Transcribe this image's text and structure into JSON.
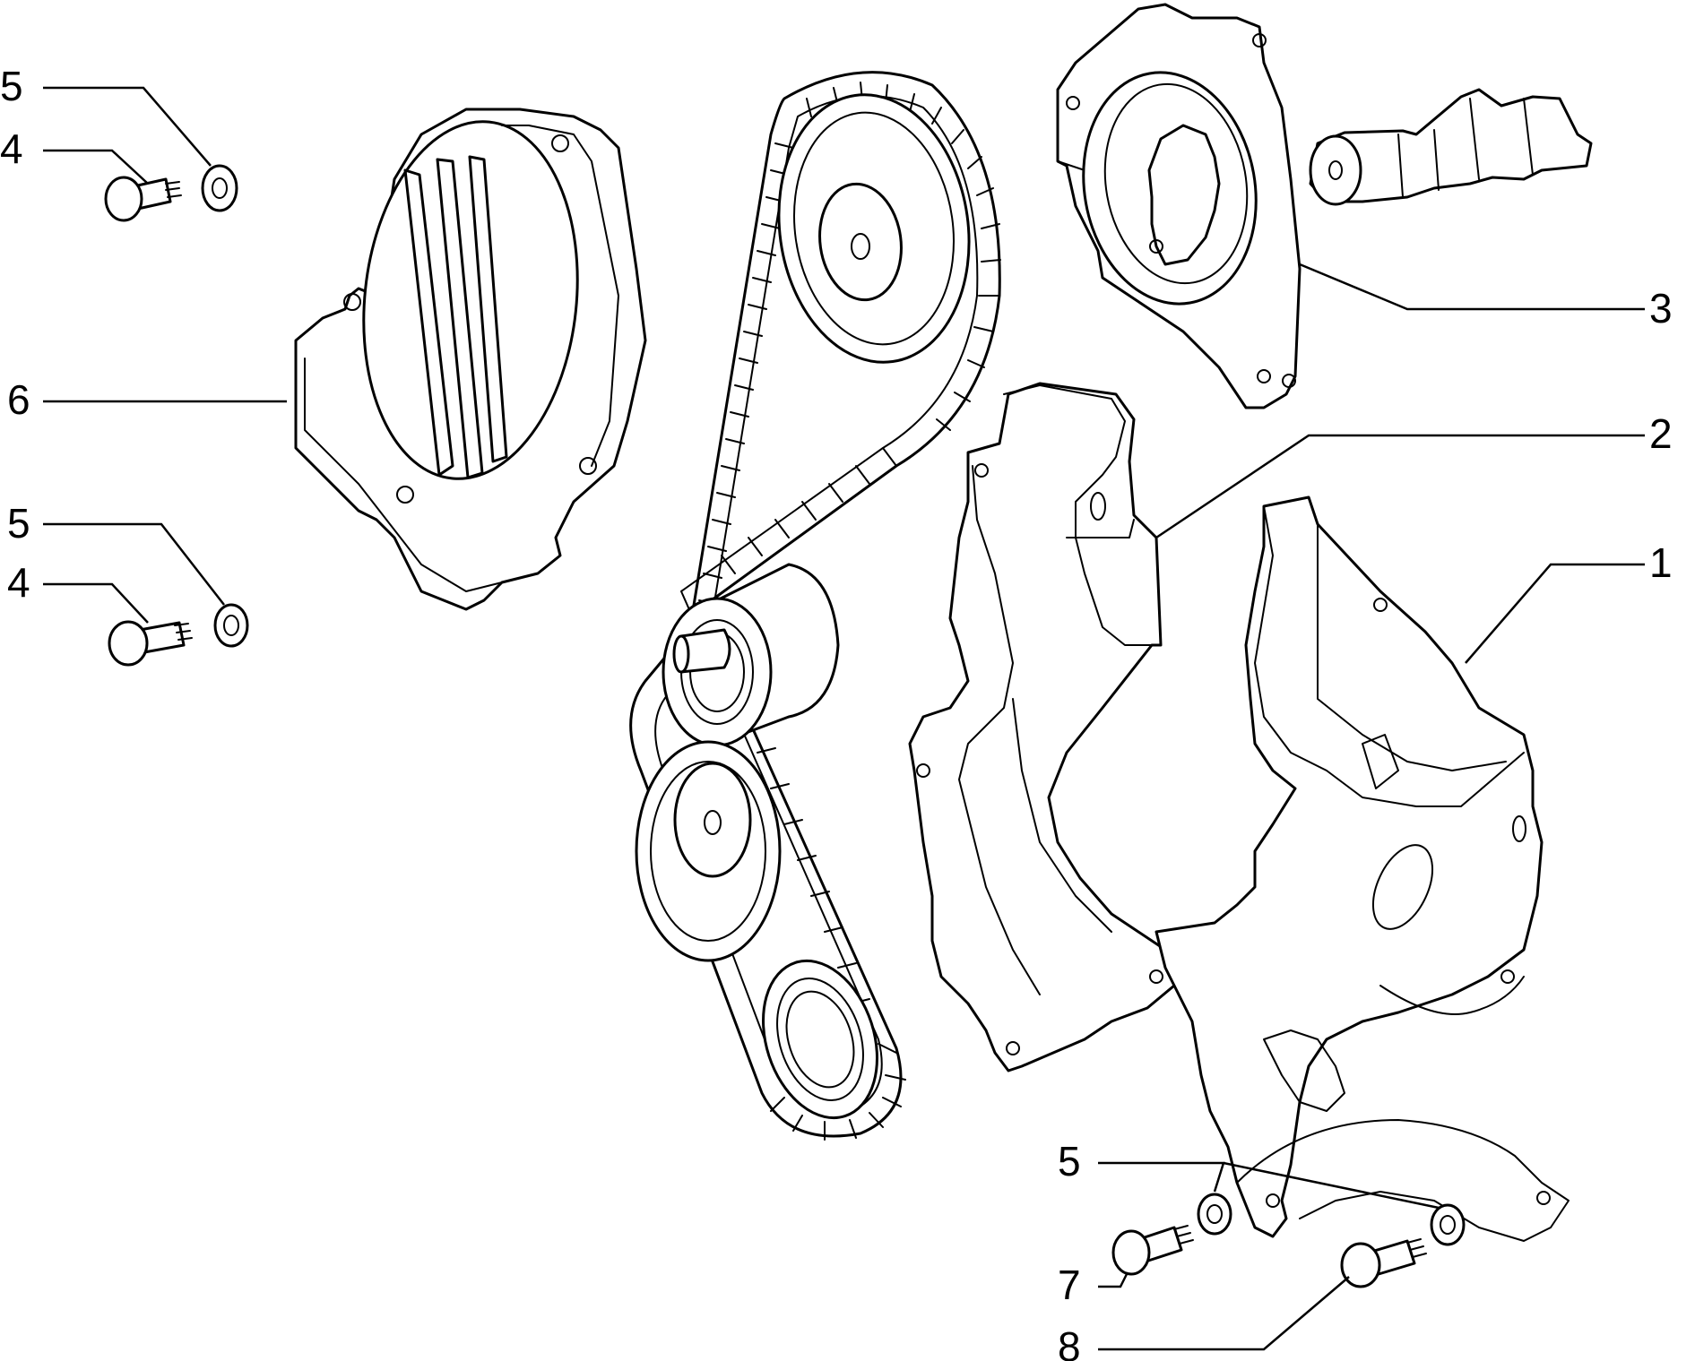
{
  "callouts": [
    {
      "id": "c5a",
      "text": "5"
    },
    {
      "id": "c4a",
      "text": "4"
    },
    {
      "id": "c6",
      "text": "6"
    },
    {
      "id": "c5b",
      "text": "5"
    },
    {
      "id": "c4b",
      "text": "4"
    },
    {
      "id": "c3",
      "text": "3"
    },
    {
      "id": "c2",
      "text": "2"
    },
    {
      "id": "c1",
      "text": "1"
    },
    {
      "id": "c5c",
      "text": "5"
    },
    {
      "id": "c7",
      "text": "7"
    },
    {
      "id": "c8",
      "text": "8"
    }
  ],
  "line_color": "#000000",
  "background": "#ffffff"
}
